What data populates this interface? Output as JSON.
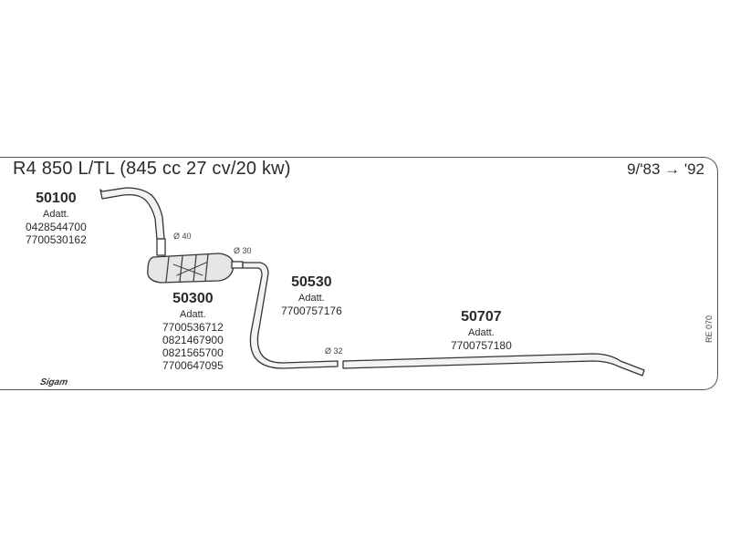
{
  "header": {
    "title": "R4 850 L/TL (845 cc 27 cv/20 kw)",
    "years": "9/'83 → '92"
  },
  "parts": [
    {
      "number": "50100",
      "adatt": "Adatt.",
      "codes": [
        "0428544700",
        "7700530162"
      ]
    },
    {
      "number": "50300",
      "adatt": "Adatt.",
      "codes": [
        "7700536712",
        "0821467900",
        "0821565700",
        "7700647095"
      ]
    },
    {
      "number": "50530",
      "adatt": "Adatt.",
      "codes": [
        "7700757176"
      ]
    },
    {
      "number": "50707",
      "adatt": "Adatt.",
      "codes": [
        "7700757180"
      ]
    }
  ],
  "diameters": [
    "Ø 40",
    "Ø 30",
    "Ø 32"
  ],
  "reference": "RE 070",
  "logo": "Sigam"
}
